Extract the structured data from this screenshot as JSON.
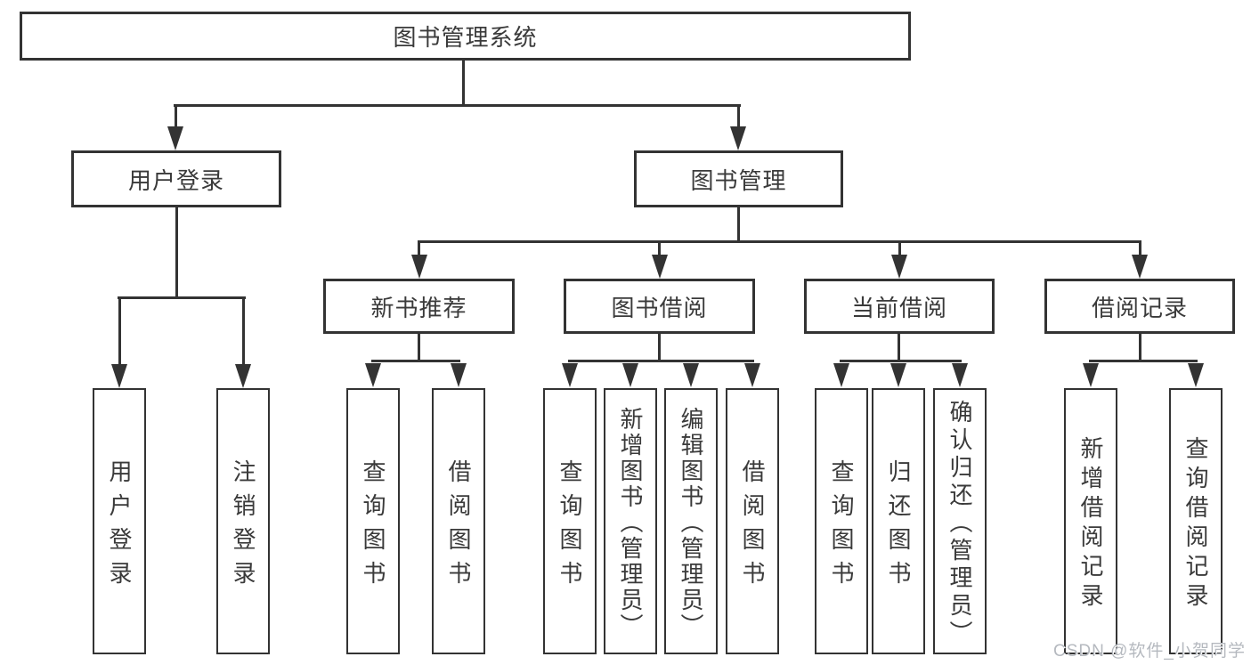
{
  "diagram": {
    "title": "图书管理系统",
    "branches": [
      {
        "label": "用户登录",
        "leaves": [
          "用户登录",
          "注销登录"
        ]
      },
      {
        "label": "图书管理",
        "groups": [
          {
            "label": "新书推荐",
            "leaves": [
              "查询图书",
              "借阅图书"
            ]
          },
          {
            "label": "图书借阅",
            "leaves": [
              "查询图书",
              "新增图书（管理员）",
              "编辑图书（管理员）",
              "借阅图书"
            ]
          },
          {
            "label": "当前借阅",
            "leaves": [
              "查询图书",
              "归还图书",
              "确认归还（管理员）"
            ]
          },
          {
            "label": "借阅记录",
            "leaves": [
              "新增借阅记录",
              "查询借阅记录"
            ]
          }
        ]
      }
    ]
  },
  "watermark": {
    "text": "CSDN @软件_小贺同学"
  },
  "colors": {
    "line": "#333333",
    "box_border": "#333333",
    "text": "#3a3a3a",
    "watermark": "#b5b9bf",
    "background": "#ffffff"
  }
}
